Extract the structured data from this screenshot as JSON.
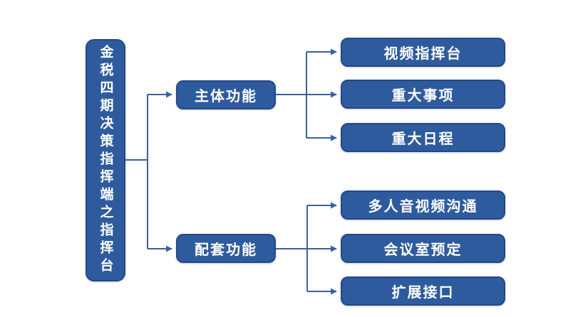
{
  "diagram": {
    "root": {
      "label": "金税四期决策指挥端之指挥台"
    },
    "branches": [
      {
        "label": "主体功能",
        "children": [
          {
            "label": "视频指挥台"
          },
          {
            "label": "重大事项"
          },
          {
            "label": "重大日程"
          }
        ]
      },
      {
        "label": "配套功能",
        "children": [
          {
            "label": "多人音视频沟通"
          },
          {
            "label": "会议室预定"
          },
          {
            "label": "扩展接口"
          }
        ]
      }
    ],
    "colors": {
      "node_fill": "#2E5B9D",
      "node_border": "#24478B",
      "connector": "#38629F",
      "text": "#FFFFFF",
      "background": "#FFFFFF"
    }
  }
}
